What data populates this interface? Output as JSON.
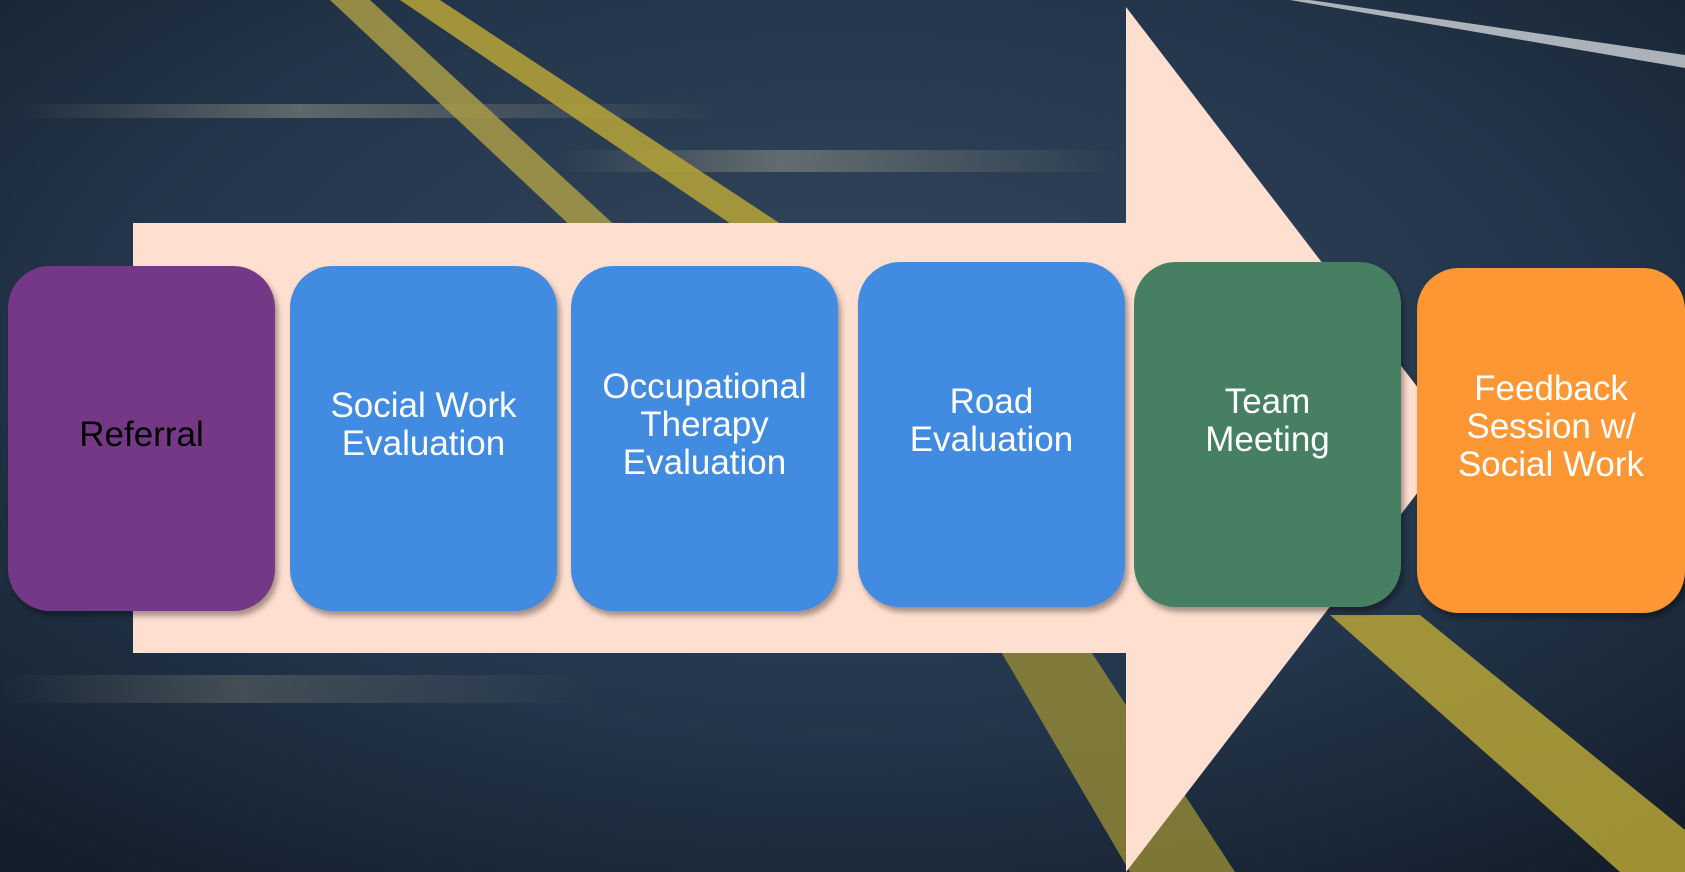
{
  "colors": {
    "arrow": "#ffdfd0",
    "referral": "#743887",
    "evaluation": "#418ce1",
    "team": "#467f61",
    "feedback": "#fd9734",
    "road_line": "#b7a437"
  },
  "background": {
    "description_icon": "asphalt-road-icon"
  },
  "steps": [
    {
      "label": "Referral",
      "color": "#743887",
      "text_color": "#000000"
    },
    {
      "label": "Social Work\nEvaluation",
      "color": "#418ce1",
      "text_color": "#ffffff"
    },
    {
      "label": "Occupational\nTherapy\nEvaluation",
      "color": "#418ce1",
      "text_color": "#ffffff"
    },
    {
      "label": "Road\nEvaluation",
      "color": "#418ce1",
      "text_color": "#ffffff"
    },
    {
      "label": "Team\nMeeting",
      "color": "#467f61",
      "text_color": "#ffffff"
    },
    {
      "label": "Feedback\nSession w/\nSocial Work",
      "color": "#fd9734",
      "text_color": "#ffffff"
    }
  ]
}
